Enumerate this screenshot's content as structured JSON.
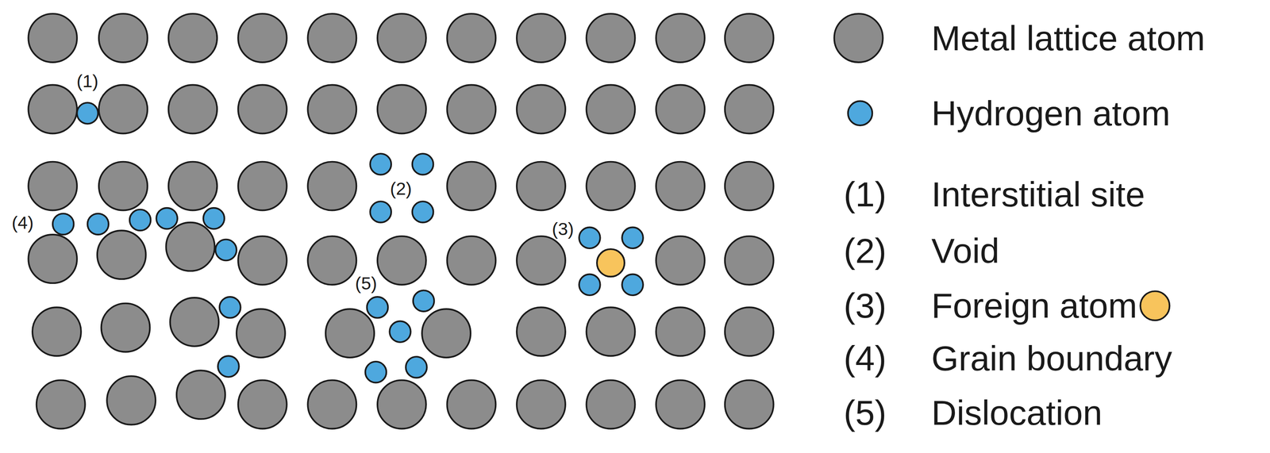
{
  "diagram": {
    "labels": [
      "(1)",
      "(2)",
      "(3)",
      "(4)",
      "(5)",
      "(1)",
      "(2)",
      "(3)",
      "(4)",
      "(5)"
    ],
    "legend": [
      {
        "text": "Metal lattice atom",
        "color": "#8c8c8c"
      },
      {
        "text": "Hydrogen atom",
        "color": "#4ea8de"
      },
      {
        "text": "Interstitial site"
      },
      {
        "text": "Void"
      },
      {
        "text": "Foreign atom",
        "color": "#f8c45c"
      },
      {
        "text": "Grain boundary"
      },
      {
        "text": "Dislocation"
      }
    ]
  }
}
